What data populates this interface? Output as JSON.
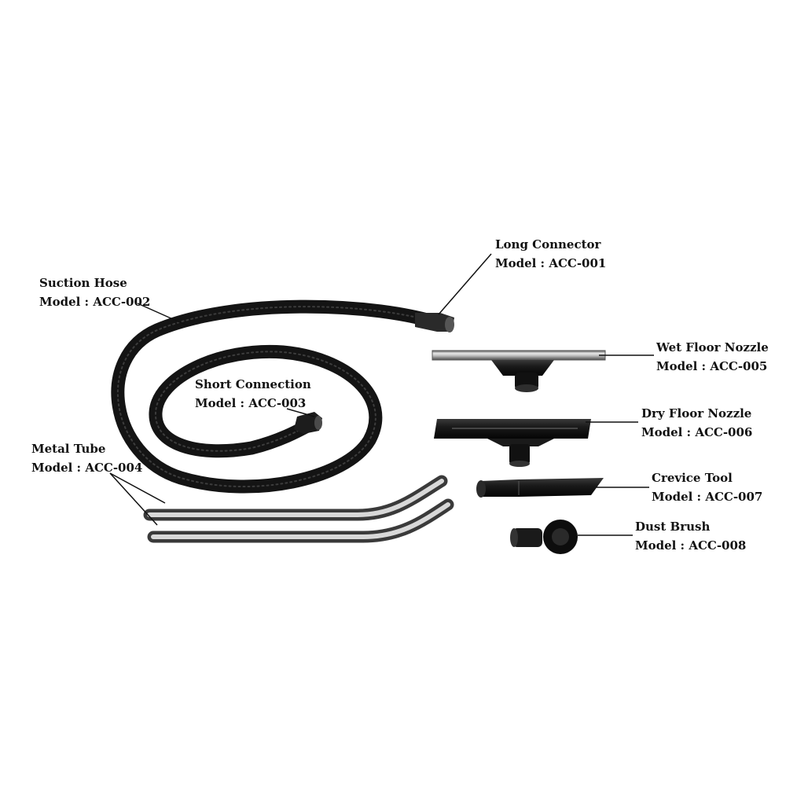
{
  "accessories": [
    {
      "id": "long-connector",
      "name": "Long Connector",
      "model": "Model : ACC-001"
    },
    {
      "id": "suction-hose",
      "name": "Suction Hose",
      "model": "Model : ACC-002"
    },
    {
      "id": "short-connection",
      "name": "Short Connection",
      "model": "Model : ACC-003"
    },
    {
      "id": "metal-tube",
      "name": "Metal Tube",
      "model": "Model : ACC-004"
    },
    {
      "id": "wet-floor-nozzle",
      "name": "Wet Floor Nozzle",
      "model": "Model : ACC-005"
    },
    {
      "id": "dry-floor-nozzle",
      "name": "Dry Floor Nozzle",
      "model": "Model : ACC-006"
    },
    {
      "id": "crevice-tool",
      "name": "Crevice Tool",
      "model": "Model : ACC-007"
    },
    {
      "id": "dust-brush",
      "name": "Dust Brush",
      "model": "Model : ACC-008"
    }
  ]
}
